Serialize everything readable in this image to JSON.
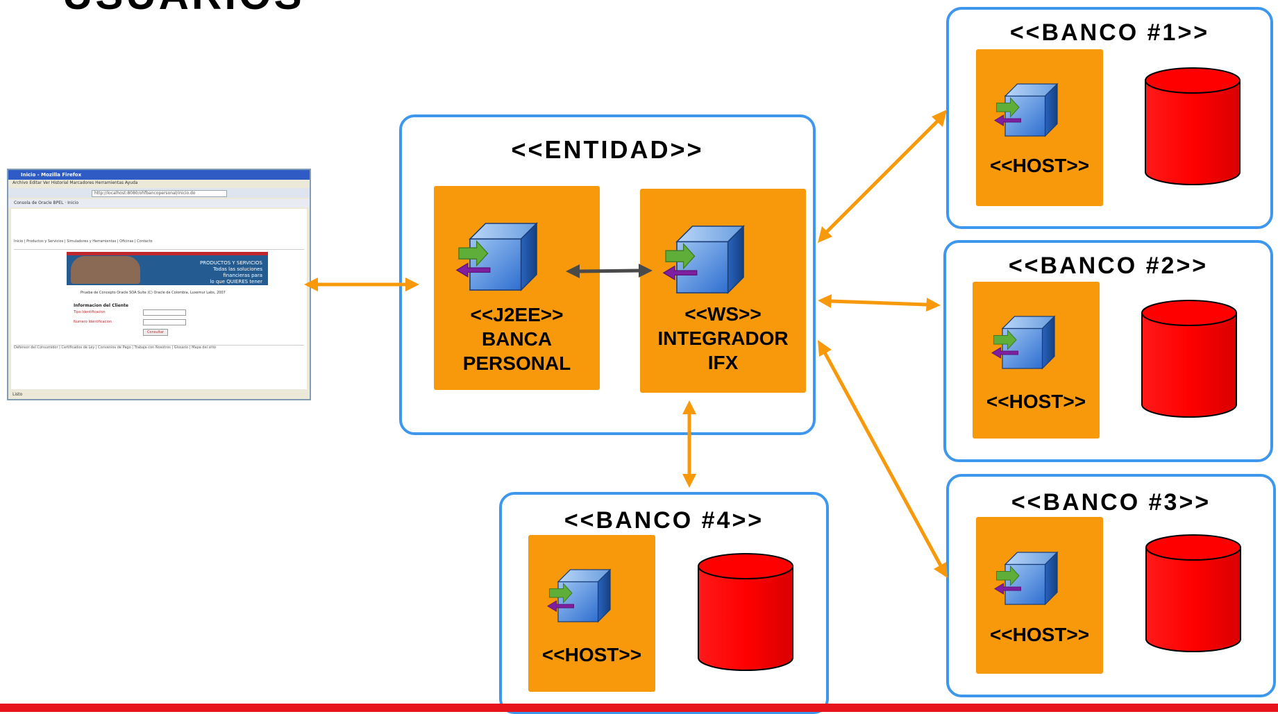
{
  "page_title": "USUARIOS",
  "entidad": {
    "title": "<<ENTIDAD>>",
    "j2ee": {
      "stereotype": "<<J2EE>>",
      "line1": "BANCA",
      "line2": "PERSONAL"
    },
    "ws": {
      "stereotype": "<<WS>>",
      "line1": "INTEGRADOR",
      "line2": "IFX"
    }
  },
  "bancos": [
    {
      "title": "<<BANCO #1>>",
      "host": "<<HOST>>"
    },
    {
      "title": "<<BANCO #2>>",
      "host": "<<HOST>>"
    },
    {
      "title": "<<BANCO #3>>",
      "host": "<<HOST>>"
    },
    {
      "title": "<<BANCO #4>>",
      "host": "<<HOST>>"
    }
  ],
  "browser": {
    "window_title": "Inicio - Mozilla Firefox",
    "menu": "Archivo  Editar  Ver  Historial  Marcadores  Herramientas  Ayuda",
    "address": "http://localhost:8080/ohfbancopersonal/inicio.do",
    "tabs": "Consola de Oracle BPEL  ·  Inicio",
    "nav": "Inicio   |   Productos y Servicios   |   Simuladores y Herramientas   |   Oficinas   |   Contacto",
    "banner_line1": "PRODUCTOS Y SERVICIOS",
    "banner_line2": "Todas las soluciones",
    "banner_line3": "financieras para",
    "banner_line4": "lo que QUIERES tener",
    "caption": "Prueba de Concepto Oracle SOA Suite (C) Oracle de Colombia, Luxemur Labs, 2007",
    "form_title": "Informacion del Cliente",
    "label_tipo": "Tipo Identificacion",
    "label_numero": "Numero Identificacion",
    "button": "Consultar",
    "footer": "Defensor del Consumidor  |  Certificados de Ley  |  Convenios de Pago  |  Trabaje con Nosotros  |  Glosario  |  Mapa del sitio",
    "status": "Listo"
  },
  "colors": {
    "frame_blue": "#3d97ec",
    "component_orange": "#f7990a",
    "database_red": "#ff0000",
    "connector_orange": "#f7990a",
    "connector_dark": "#4a4a4a",
    "footer_red": "#e8141c"
  }
}
